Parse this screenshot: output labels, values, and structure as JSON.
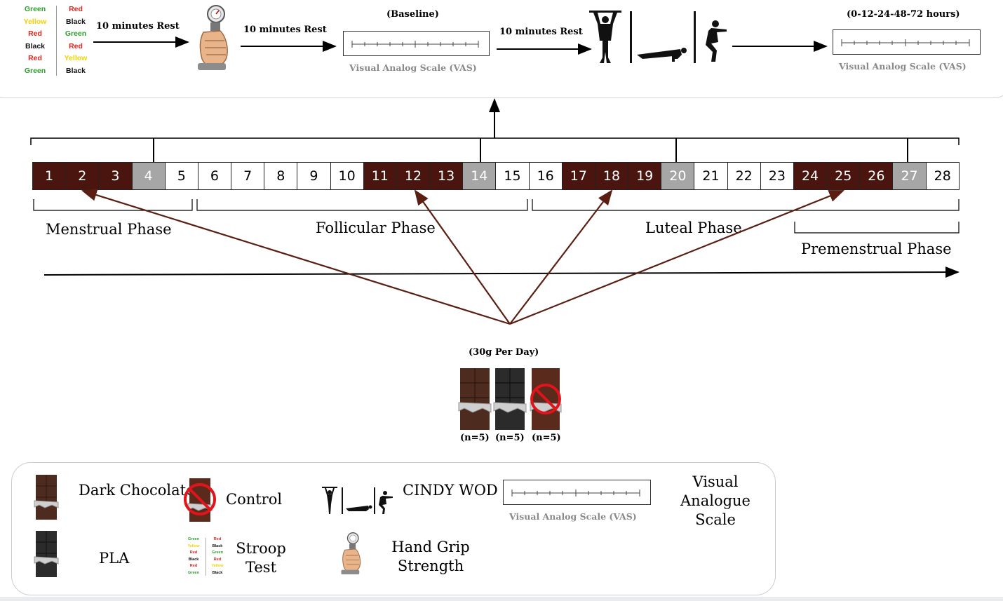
{
  "stroop": {
    "left_words": [
      "Green",
      "Yellow",
      "Red",
      "Black",
      "Red",
      "Green"
    ],
    "right_words": [
      "Red",
      "Black",
      "Green",
      "Red",
      "Yellow",
      "Black"
    ],
    "colors": {
      "Green": "#2ca02c",
      "Yellow": "#f2d100",
      "Red": "#e0241b",
      "Black": "#111111"
    }
  },
  "protocol": {
    "rest1": "10 minutes Rest",
    "rest2": "10 minutes Rest",
    "rest3": "10 minutes Rest",
    "baseline_label": "(Baseline)",
    "followup_label": "(0-12-24-48-72 hours)",
    "vas_caption": "Visual Analog Scale (VAS)"
  },
  "cycle": {
    "days": [
      1,
      2,
      3,
      4,
      5,
      6,
      7,
      8,
      9,
      10,
      11,
      12,
      13,
      14,
      15,
      16,
      17,
      18,
      19,
      20,
      21,
      22,
      23,
      24,
      25,
      26,
      27,
      28
    ],
    "test_days": [
      1,
      2,
      3,
      11,
      12,
      13,
      17,
      18,
      19,
      24,
      25,
      26
    ],
    "rest_marked_days": [
      4,
      14,
      20,
      27
    ],
    "colors": {
      "test": "#4a140f",
      "marked": "#a6a6a6",
      "normal": "#ffffff"
    },
    "phases": {
      "menstrual": "Menstrual Phase",
      "follicular": "Follicular Phase",
      "luteal": "Luteal Phase",
      "premenstrual": "Premenstrual Phase"
    }
  },
  "supplement": {
    "dose_label": "(30g Per Day)",
    "groups": [
      "(n=5)",
      "(n=5)",
      "(n=5)"
    ],
    "arrow_color": "#5a1e12"
  },
  "legend": {
    "dark_chocolate": "Dark Chocolate",
    "control": "Control",
    "cindy_wod": "CINDY WOD",
    "vas_caption": "Visual Analog Scale (VAS)",
    "vas_full": "Visual Analogue Scale",
    "pla": "PLA",
    "stroop": "Stroop Test",
    "hand_grip": "Hand Grip Strength"
  },
  "icons": [
    "hand-dynamometer-icon",
    "pull-up-icon",
    "push-up-icon",
    "squat-icon",
    "dark-chocolate-bar-icon",
    "placebo-bar-icon",
    "no-chocolate-icon"
  ]
}
